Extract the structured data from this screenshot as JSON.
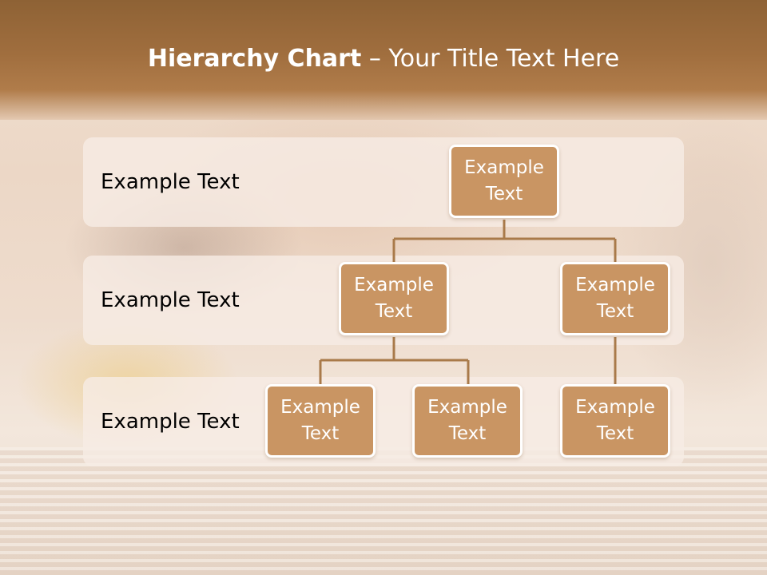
{
  "title": {
    "bold": "Hierarchy Chart",
    "dash": " – ",
    "rest": "Your Title Text Here"
  },
  "levels": [
    {
      "label": "Example Text"
    },
    {
      "label": "Example Text"
    },
    {
      "label": "Example Text"
    }
  ],
  "nodes": {
    "root": "Example Text",
    "level2_left": "Example Text",
    "level2_right": "Example Text",
    "level3_a": "Example Text",
    "level3_b": "Example Text",
    "level3_c": "Example Text"
  },
  "colors": {
    "header": "#9a6a3a",
    "node_fill": "#c99563",
    "node_border": "#ffffff",
    "connector": "#a97a4a"
  }
}
